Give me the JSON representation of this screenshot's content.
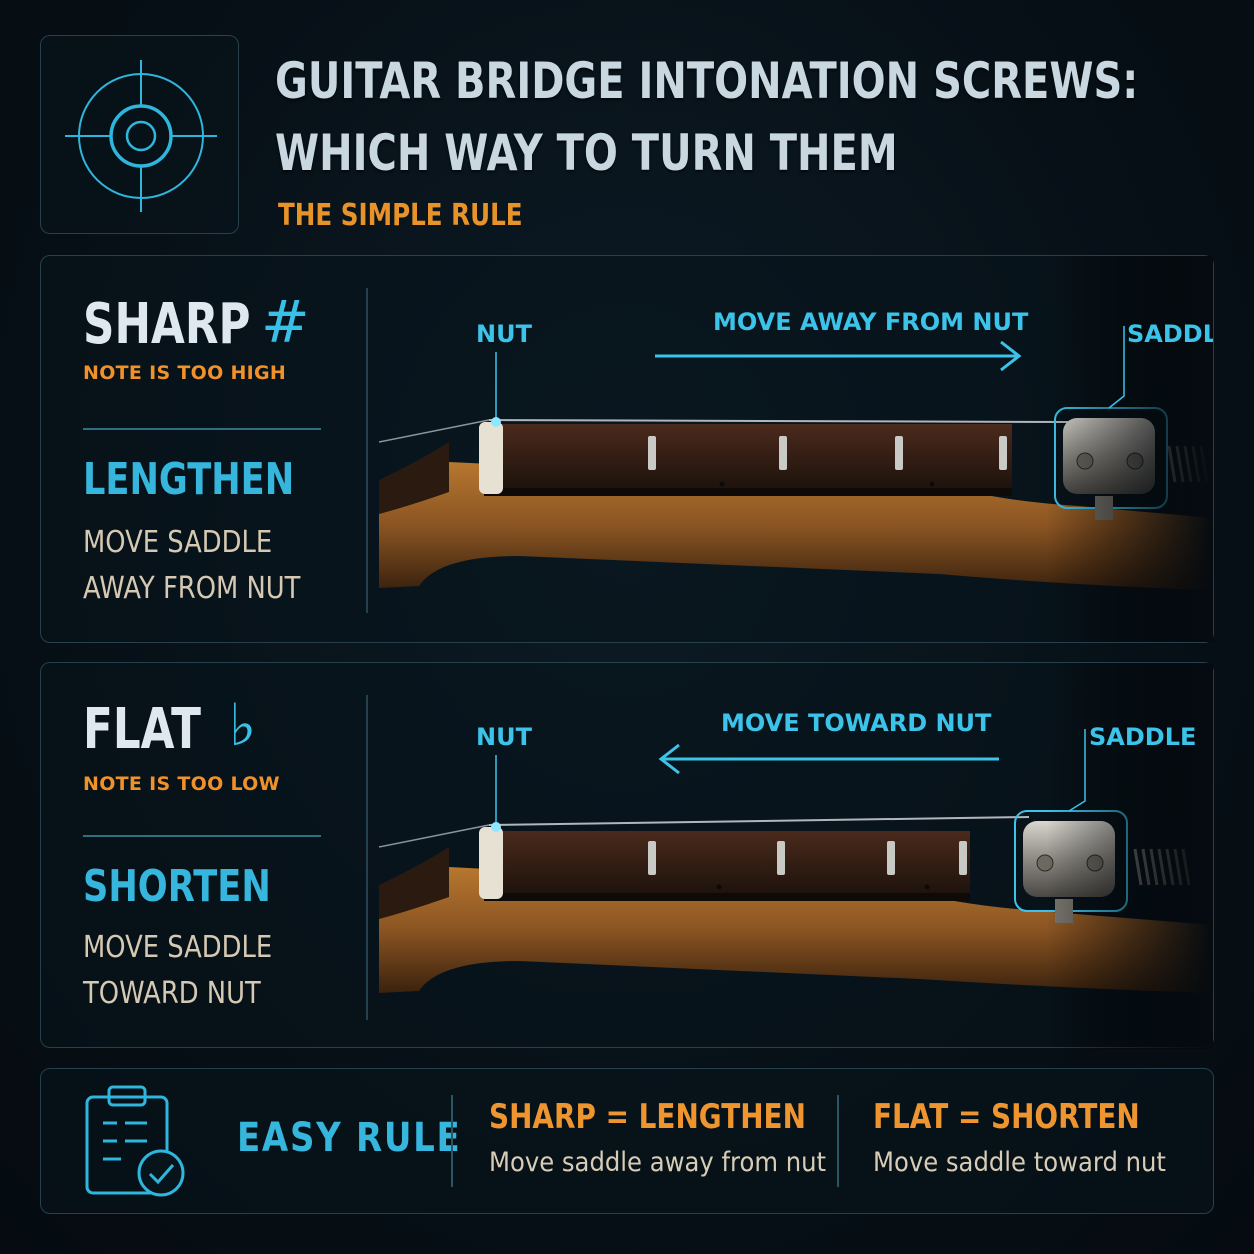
{
  "header": {
    "title_line1": "GUITAR BRIDGE INTONATION SCREWS:",
    "title_line2": "WHICH WAY TO TURN THEM",
    "subtitle": "THE SIMPLE RULE",
    "icon": "crosshair-target-icon"
  },
  "sections": {
    "sharp": {
      "title": "SHARP",
      "symbol": "#",
      "note": "NOTE IS TOO HIGH",
      "action": "LENGTHEN",
      "instruction_line1": "MOVE SADDLE",
      "instruction_line2": "AWAY FROM NUT",
      "diagram": {
        "nut_label": "NUT",
        "saddle_label": "SADDLE",
        "arrow_label": "MOVE AWAY FROM NUT",
        "arrow_direction": "right"
      }
    },
    "flat": {
      "title": "FLAT",
      "symbol": "♭",
      "note": "NOTE IS TOO LOW",
      "action": "SHORTEN",
      "instruction_line1": "MOVE SADDLE",
      "instruction_line2": "TOWARD NUT",
      "diagram": {
        "nut_label": "NUT",
        "saddle_label": "SADDLE",
        "arrow_label": "MOVE TOWARD NUT",
        "arrow_direction": "left"
      }
    }
  },
  "easy_rule": {
    "icon": "clipboard-check-icon",
    "label": "EASY RULE",
    "sharp_head": "SHARP = LENGTHEN",
    "sharp_sub": "Move saddle away from nut",
    "flat_head": "FLAT = SHORTEN",
    "flat_sub": "Move saddle toward nut"
  },
  "colors": {
    "accent_blue": "#38c0e6",
    "accent_orange": "#ee9530",
    "background": "#071017"
  }
}
